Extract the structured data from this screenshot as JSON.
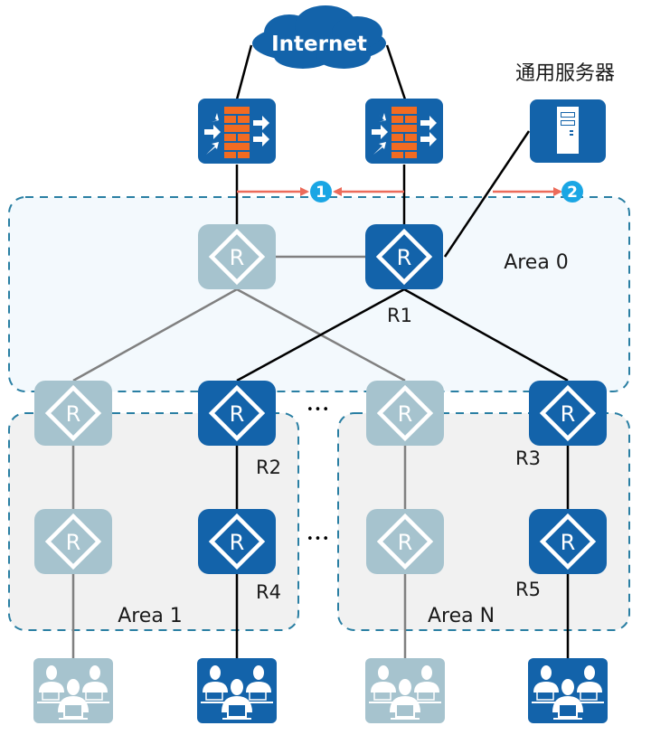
{
  "colors": {
    "active": "#1363aa",
    "inactive": "#a6c3ce",
    "area_border": "#2a7fa3",
    "area0_fill": "#f3f9fd",
    "areaN_fill": "#f1f1f1",
    "red_arrow": "#ec6b5a",
    "badge": "#1aa6e4",
    "brick": "#f26b21",
    "link_active": "#000000",
    "link_inactive": "#808080"
  },
  "cloud": {
    "label": "Internet"
  },
  "server": {
    "label": "通用服务器"
  },
  "badges": [
    "1",
    "2"
  ],
  "areas": {
    "area0": "Area 0",
    "area1": "Area 1",
    "areaN": "Area N"
  },
  "router_glyph": "R",
  "router_labels": {
    "r1": "R1",
    "r2": "R2",
    "r3": "R3",
    "r4": "R4",
    "r5": "R5"
  },
  "ellipsis": "•••"
}
